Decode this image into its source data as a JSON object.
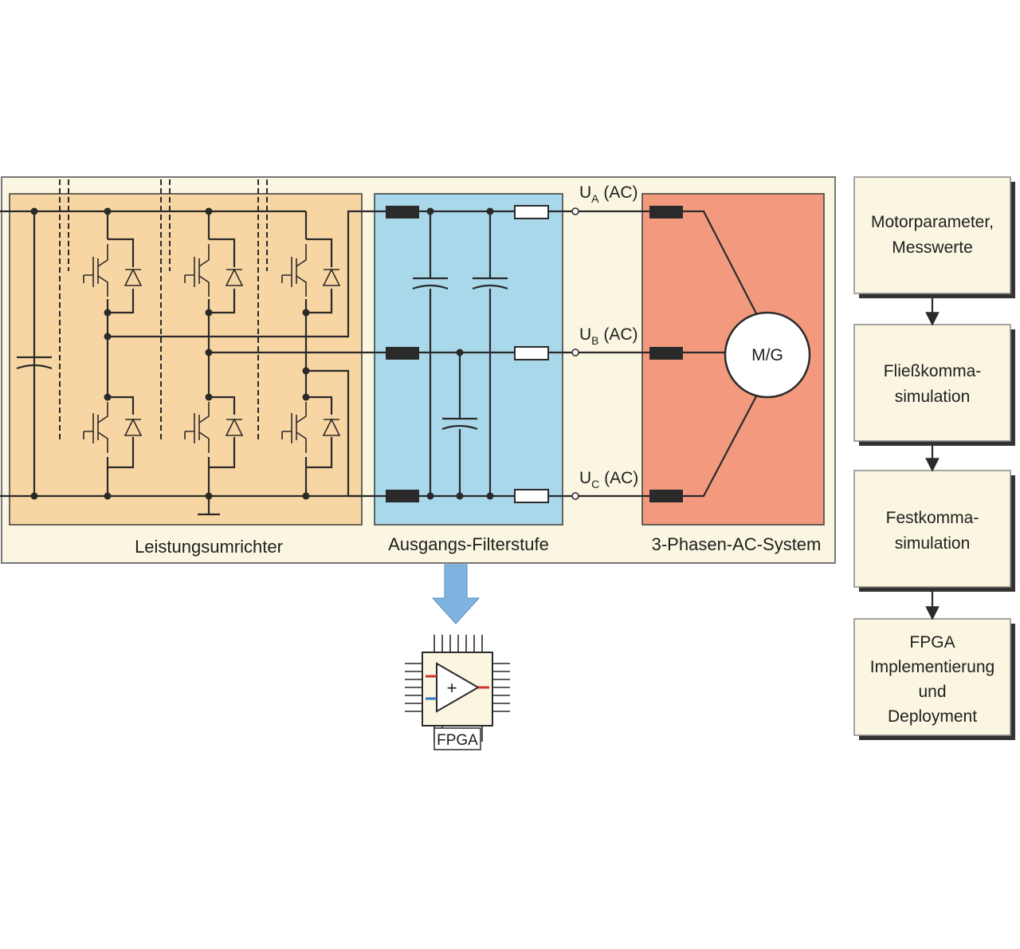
{
  "circuit": {
    "sections": [
      {
        "id": "converter",
        "label": "Leistungsumrichter",
        "color": "#f8d6a4"
      },
      {
        "id": "filter",
        "label": "Ausgangs-Filterstufe",
        "color": "#a9d8ea"
      },
      {
        "id": "ac_system",
        "label": "3-Phasen-AC-System",
        "color": "#f39a7e"
      }
    ],
    "panel_background": "#fbf6e1",
    "phases": [
      {
        "letter": "U",
        "sub": "A",
        "suffix": " (AC)"
      },
      {
        "letter": "U",
        "sub": "B",
        "suffix": " (AC)"
      },
      {
        "letter": "U",
        "sub": "C",
        "suffix": " (AC)"
      }
    ],
    "motor_label": "M/G"
  },
  "fpga": {
    "label": "FPGA",
    "plus": "+",
    "arrow_color": "#7fb3e0"
  },
  "flow": {
    "steps": [
      {
        "lines": [
          "Motorparameter,",
          "Messwerte"
        ]
      },
      {
        "lines": [
          "Fließkomma-",
          "simulation"
        ]
      },
      {
        "lines": [
          "Festkomma-",
          "simulation"
        ]
      },
      {
        "lines": [
          "FPGA",
          "Implementierung",
          "und",
          "Deployment"
        ]
      }
    ],
    "box_color": "#fbf6e1"
  }
}
